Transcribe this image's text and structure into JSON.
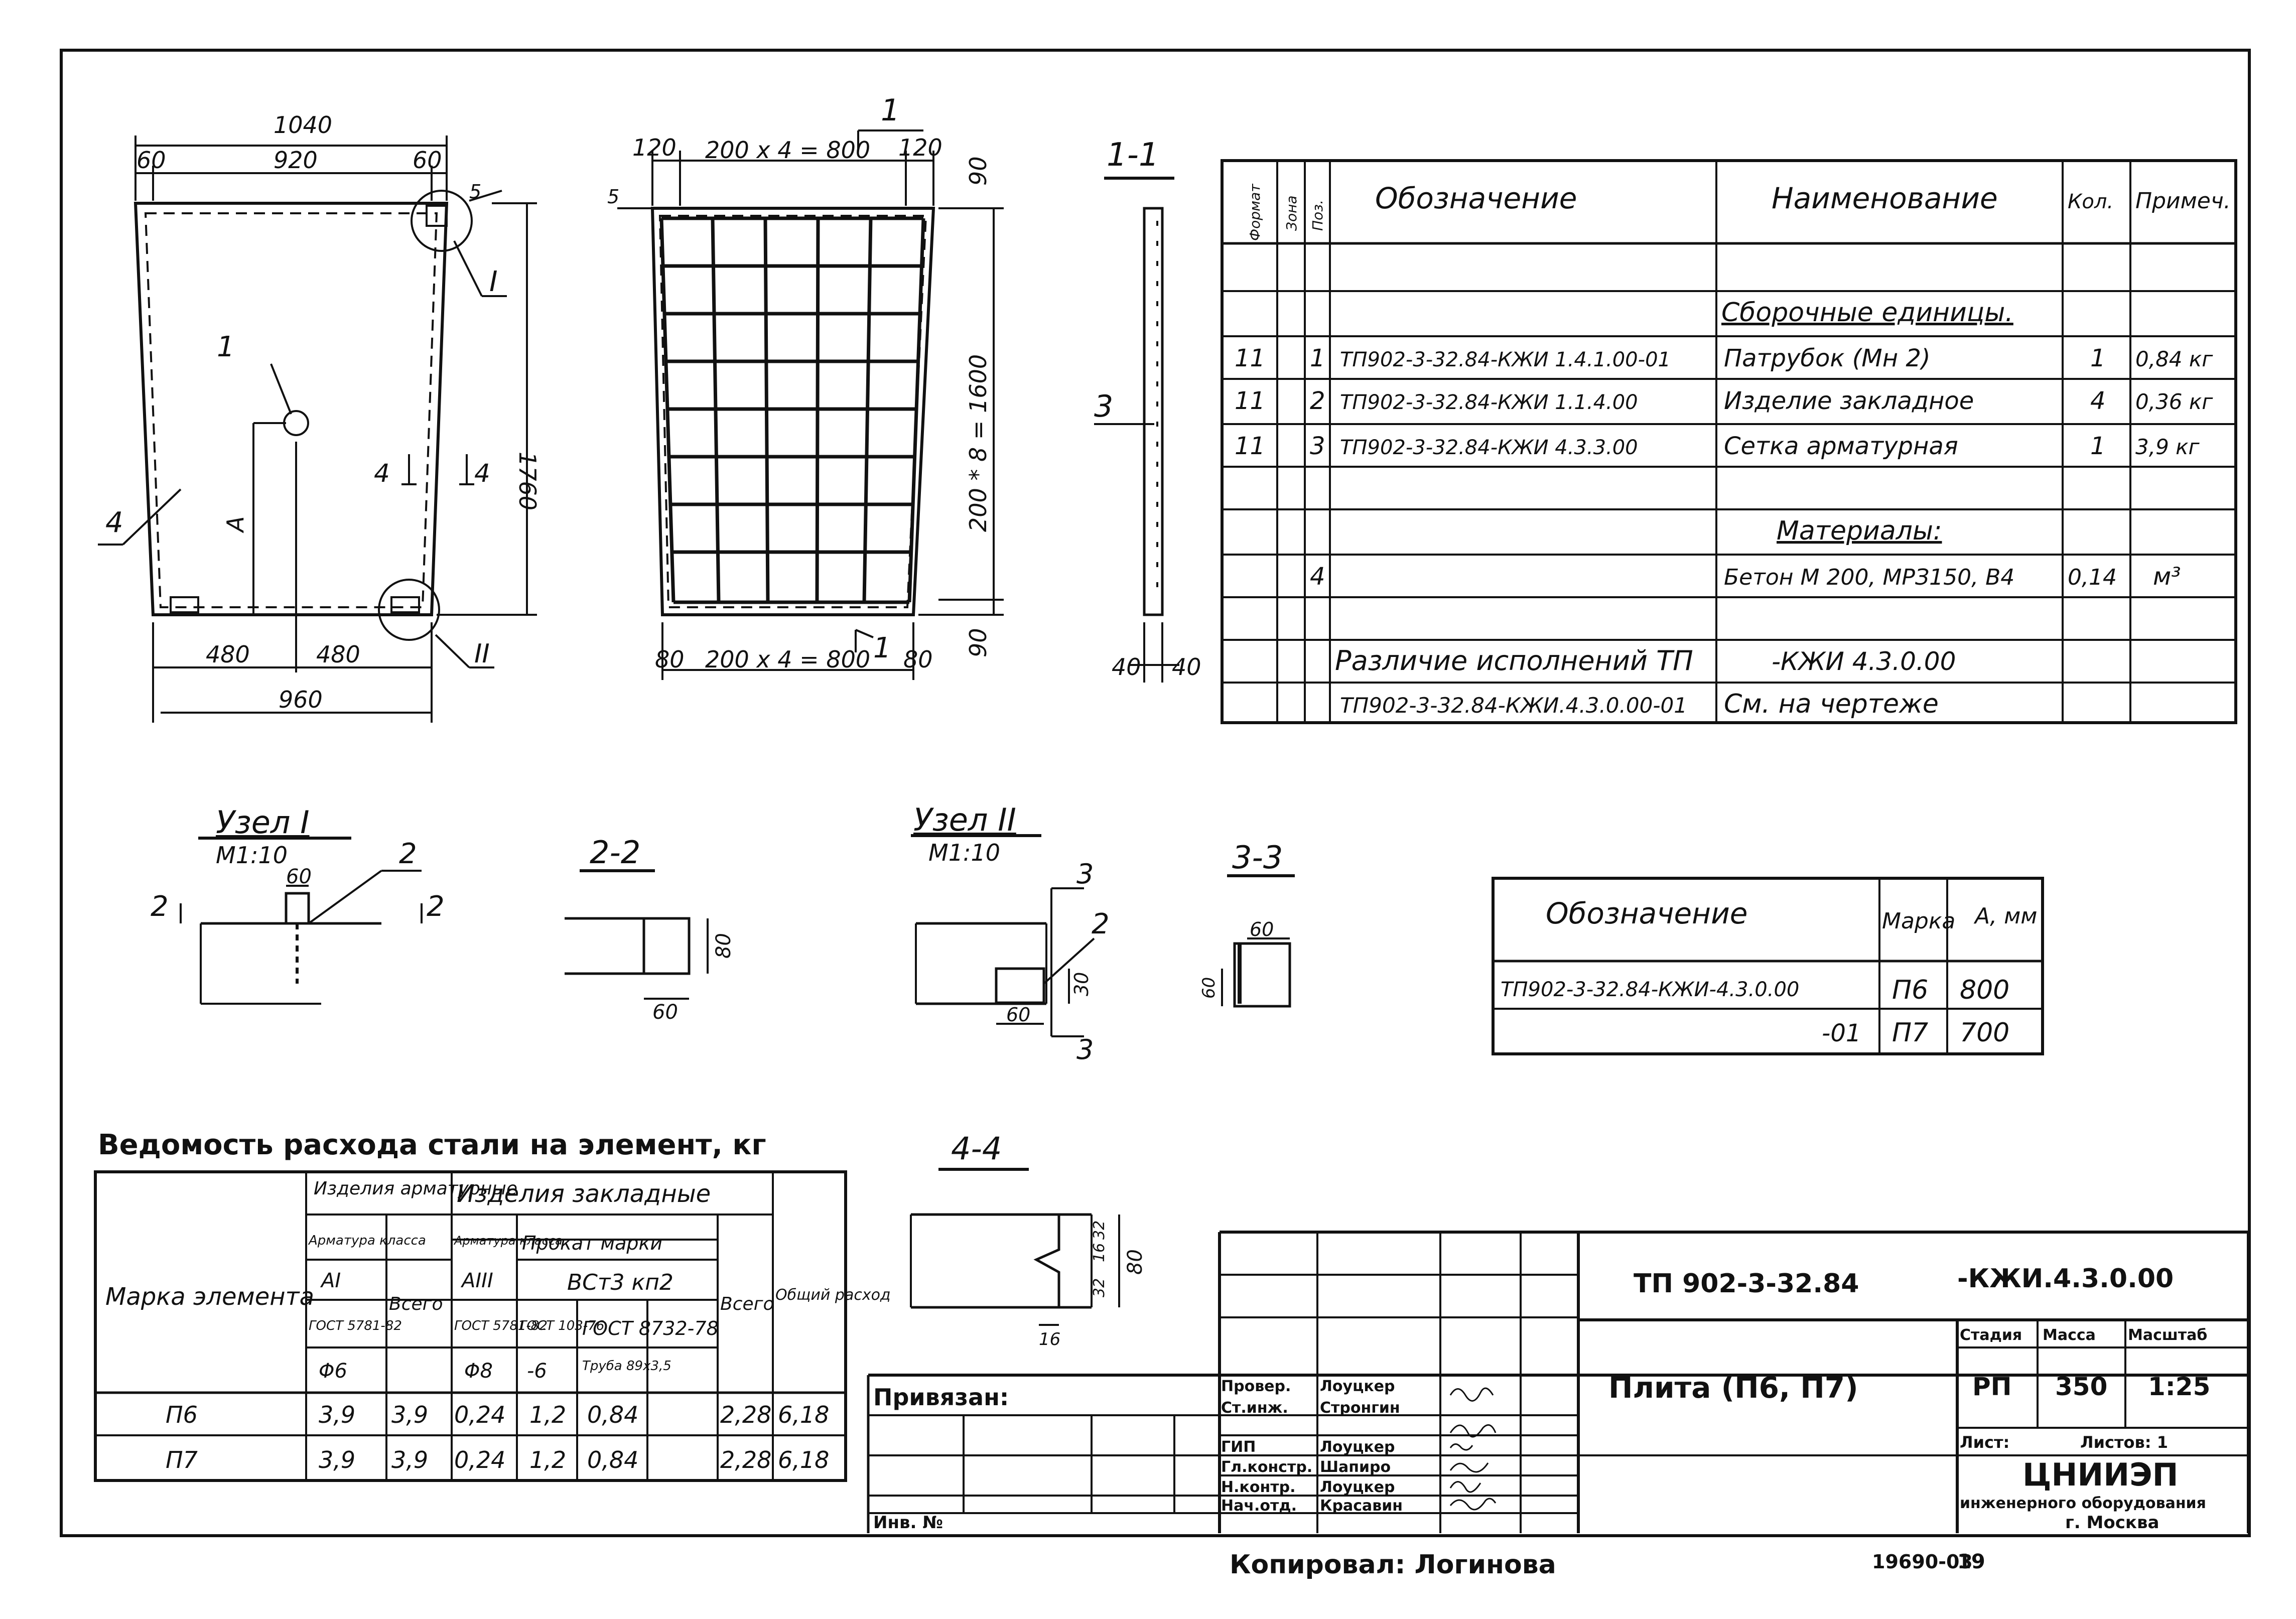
{
  "panel_front": {
    "dims": {
      "overall_top": "1040",
      "inner_top": "920",
      "edge_left": "60",
      "edge_right": "60",
      "height": "1760",
      "bottom_left": "480",
      "bottom_right": "480",
      "overall_bottom": "960",
      "corner_small": "5",
      "dim_a": "А"
    },
    "labels": {
      "pos1": "1",
      "pos4": "4",
      "section4_left": "4",
      "section4_right": "4",
      "node1": "I",
      "node2": "II"
    }
  },
  "panel_mesh": {
    "dims": {
      "left_top": "120",
      "right_top": "120",
      "top_grid": "200 х 4 = 800",
      "right_top_v": "90",
      "vertical": "200 * 8 = 1600",
      "right_bottom_v": "90",
      "left_bottom": "80",
      "right_bottom": "80",
      "bottom_grid": "200 х 4 = 800",
      "small_left": "5"
    },
    "labels": {
      "sec1_top": "1",
      "sec1_bottom": "1"
    }
  },
  "section_1_1": {
    "title": "1-1",
    "pos": "3",
    "dim_left": "40",
    "dim_right": "40"
  },
  "spec_table": {
    "headers": [
      "Формат",
      "Зона",
      "Поз.",
      "Обозначение",
      "Наименование",
      "Кол.",
      "Примеч."
    ],
    "assemblies_title": "Сборочные единицы.",
    "rows": [
      {
        "format": "11",
        "pos": "1",
        "designation": "ТП902-3-32.84-КЖИ 1.4.1.00-01",
        "name": "Патрубок   (Мн 2)",
        "qty": "1",
        "note": "0,84 кг"
      },
      {
        "format": "11",
        "pos": "2",
        "designation": "ТП902-3-32.84-КЖИ 1.1.4.00",
        "name": "Изделие закладное",
        "qty": "4",
        "note": "0,36 кг"
      },
      {
        "format": "11",
        "pos": "3",
        "designation": "ТП902-3-32.84-КЖИ 4.3.3.00",
        "name": "Сетка арматурная",
        "qty": "1",
        "note": "3,9 кг"
      }
    ],
    "materials_title": "Материалы:",
    "material_row": {
      "pos": "4",
      "name": "Бетон М 200, МРЗ150, В4",
      "qty": "0,14",
      "note": "м³"
    },
    "variants_label": "Различие исполнений ТП",
    "variants_code": "-КЖИ 4.3.0.00",
    "variants_label2": "ТП902-3-32.84-КЖИ.4.3.0.00-01",
    "variants_note": "См. на чертеже"
  },
  "node1": {
    "title": "Узел I",
    "scale": "М1:10",
    "dim": "60",
    "sec_left": "2",
    "sec_right": "2",
    "pos": "2"
  },
  "sec2_2": {
    "title": "2-2",
    "dim_v": "80",
    "dim_h": "60"
  },
  "node2": {
    "title": "Узел II",
    "scale": "М1:10",
    "sec_top": "3",
    "sec_bottom": "3",
    "pos": "2",
    "dim_v": "30",
    "dim_h": "60"
  },
  "sec3_3": {
    "title": "3-3",
    "dim_top": "60",
    "dim_left": "60"
  },
  "variant_table": {
    "headers": [
      "Обозначение",
      "Марка",
      "А, мм"
    ],
    "rows": [
      {
        "designation": "ТП902-3-32.84-КЖИ-4.3.0.00",
        "mark": "П6",
        "a": "800"
      },
      {
        "designation": "-01",
        "mark": "П7",
        "a": "700"
      }
    ]
  },
  "sec4_4": {
    "title": "4-4",
    "dims": [
      "32",
      "16",
      "32"
    ],
    "dim_total": "80",
    "dim_bottom": "16"
  },
  "steel_table": {
    "title": "Ведомость расхода стали на элемент, кг",
    "h_mark": "Марка элемента",
    "h_rebar": "Изделия арматурные",
    "h_embed": "Изделия закладные",
    "h_rebar_class": "Арматура класса",
    "h_class_a1": "АI",
    "h_gost1": "ГОСТ 5781-82",
    "h_total": "Всего",
    "h_rebar_class2": "Арматура класса",
    "h_class_a3": "АIII",
    "h_gost2": "ГОСТ 5781-82",
    "h_rolled": "Прокат марки",
    "h_steel": "ВСт3 кп2",
    "h_gost3": "ГОСТ 103-76",
    "h_gost4": "ГОСТ 8732-78",
    "h_total2": "Всего",
    "h_overall": "Общий расход",
    "h_d6": "Φ6",
    "h_d8": "Φ8",
    "h_t6": "-6",
    "h_pipe": "Труба 89х3,5",
    "rows": [
      {
        "mark": "П6",
        "c1": "3,9",
        "c2": "3,9",
        "c3": "0,24",
        "c4": "1,2",
        "c5": "0,84",
        "c6": "2,28",
        "c7": "6,18"
      },
      {
        "mark": "П7",
        "c1": "3,9",
        "c2": "3,9",
        "c3": "0,24",
        "c4": "1,2",
        "c5": "0,84",
        "c6": "2,28",
        "c7": "6,18"
      }
    ]
  },
  "title_block": {
    "bound": "Привязан:",
    "inv": "Инв. №",
    "roles": [
      {
        "role": "Провер.",
        "name": "Лоуцкер"
      },
      {
        "role": "Ст.инж.",
        "name": "Стронгин"
      },
      {
        "role": "ГИП",
        "name": "Лоуцкер"
      },
      {
        "role": "Гл.констр.",
        "name": "Шапиро"
      },
      {
        "role": "Н.контр.",
        "name": "Лоуцкер"
      },
      {
        "role": "Нач.отд.",
        "name": "Красавин"
      }
    ],
    "project": "ТП 902-3-32.84",
    "sheet_code": "-КЖИ.4.3.0.00",
    "drawing_title": "Плита  (П6, П7)",
    "stage_h": "Стадия",
    "mass_h": "Масса",
    "scale_h": "Масштаб",
    "stage": "РП",
    "mass": "350",
    "scale": "1:25",
    "sheet_h": "Лист:",
    "sheets_h": "Листов: 1",
    "org": "ЦНИИЭП",
    "org_sub": "инженерного оборудования",
    "org_city": "г. Москва",
    "copied": "Копировал: Логинова",
    "archive": "19690-03",
    "page": "19"
  }
}
